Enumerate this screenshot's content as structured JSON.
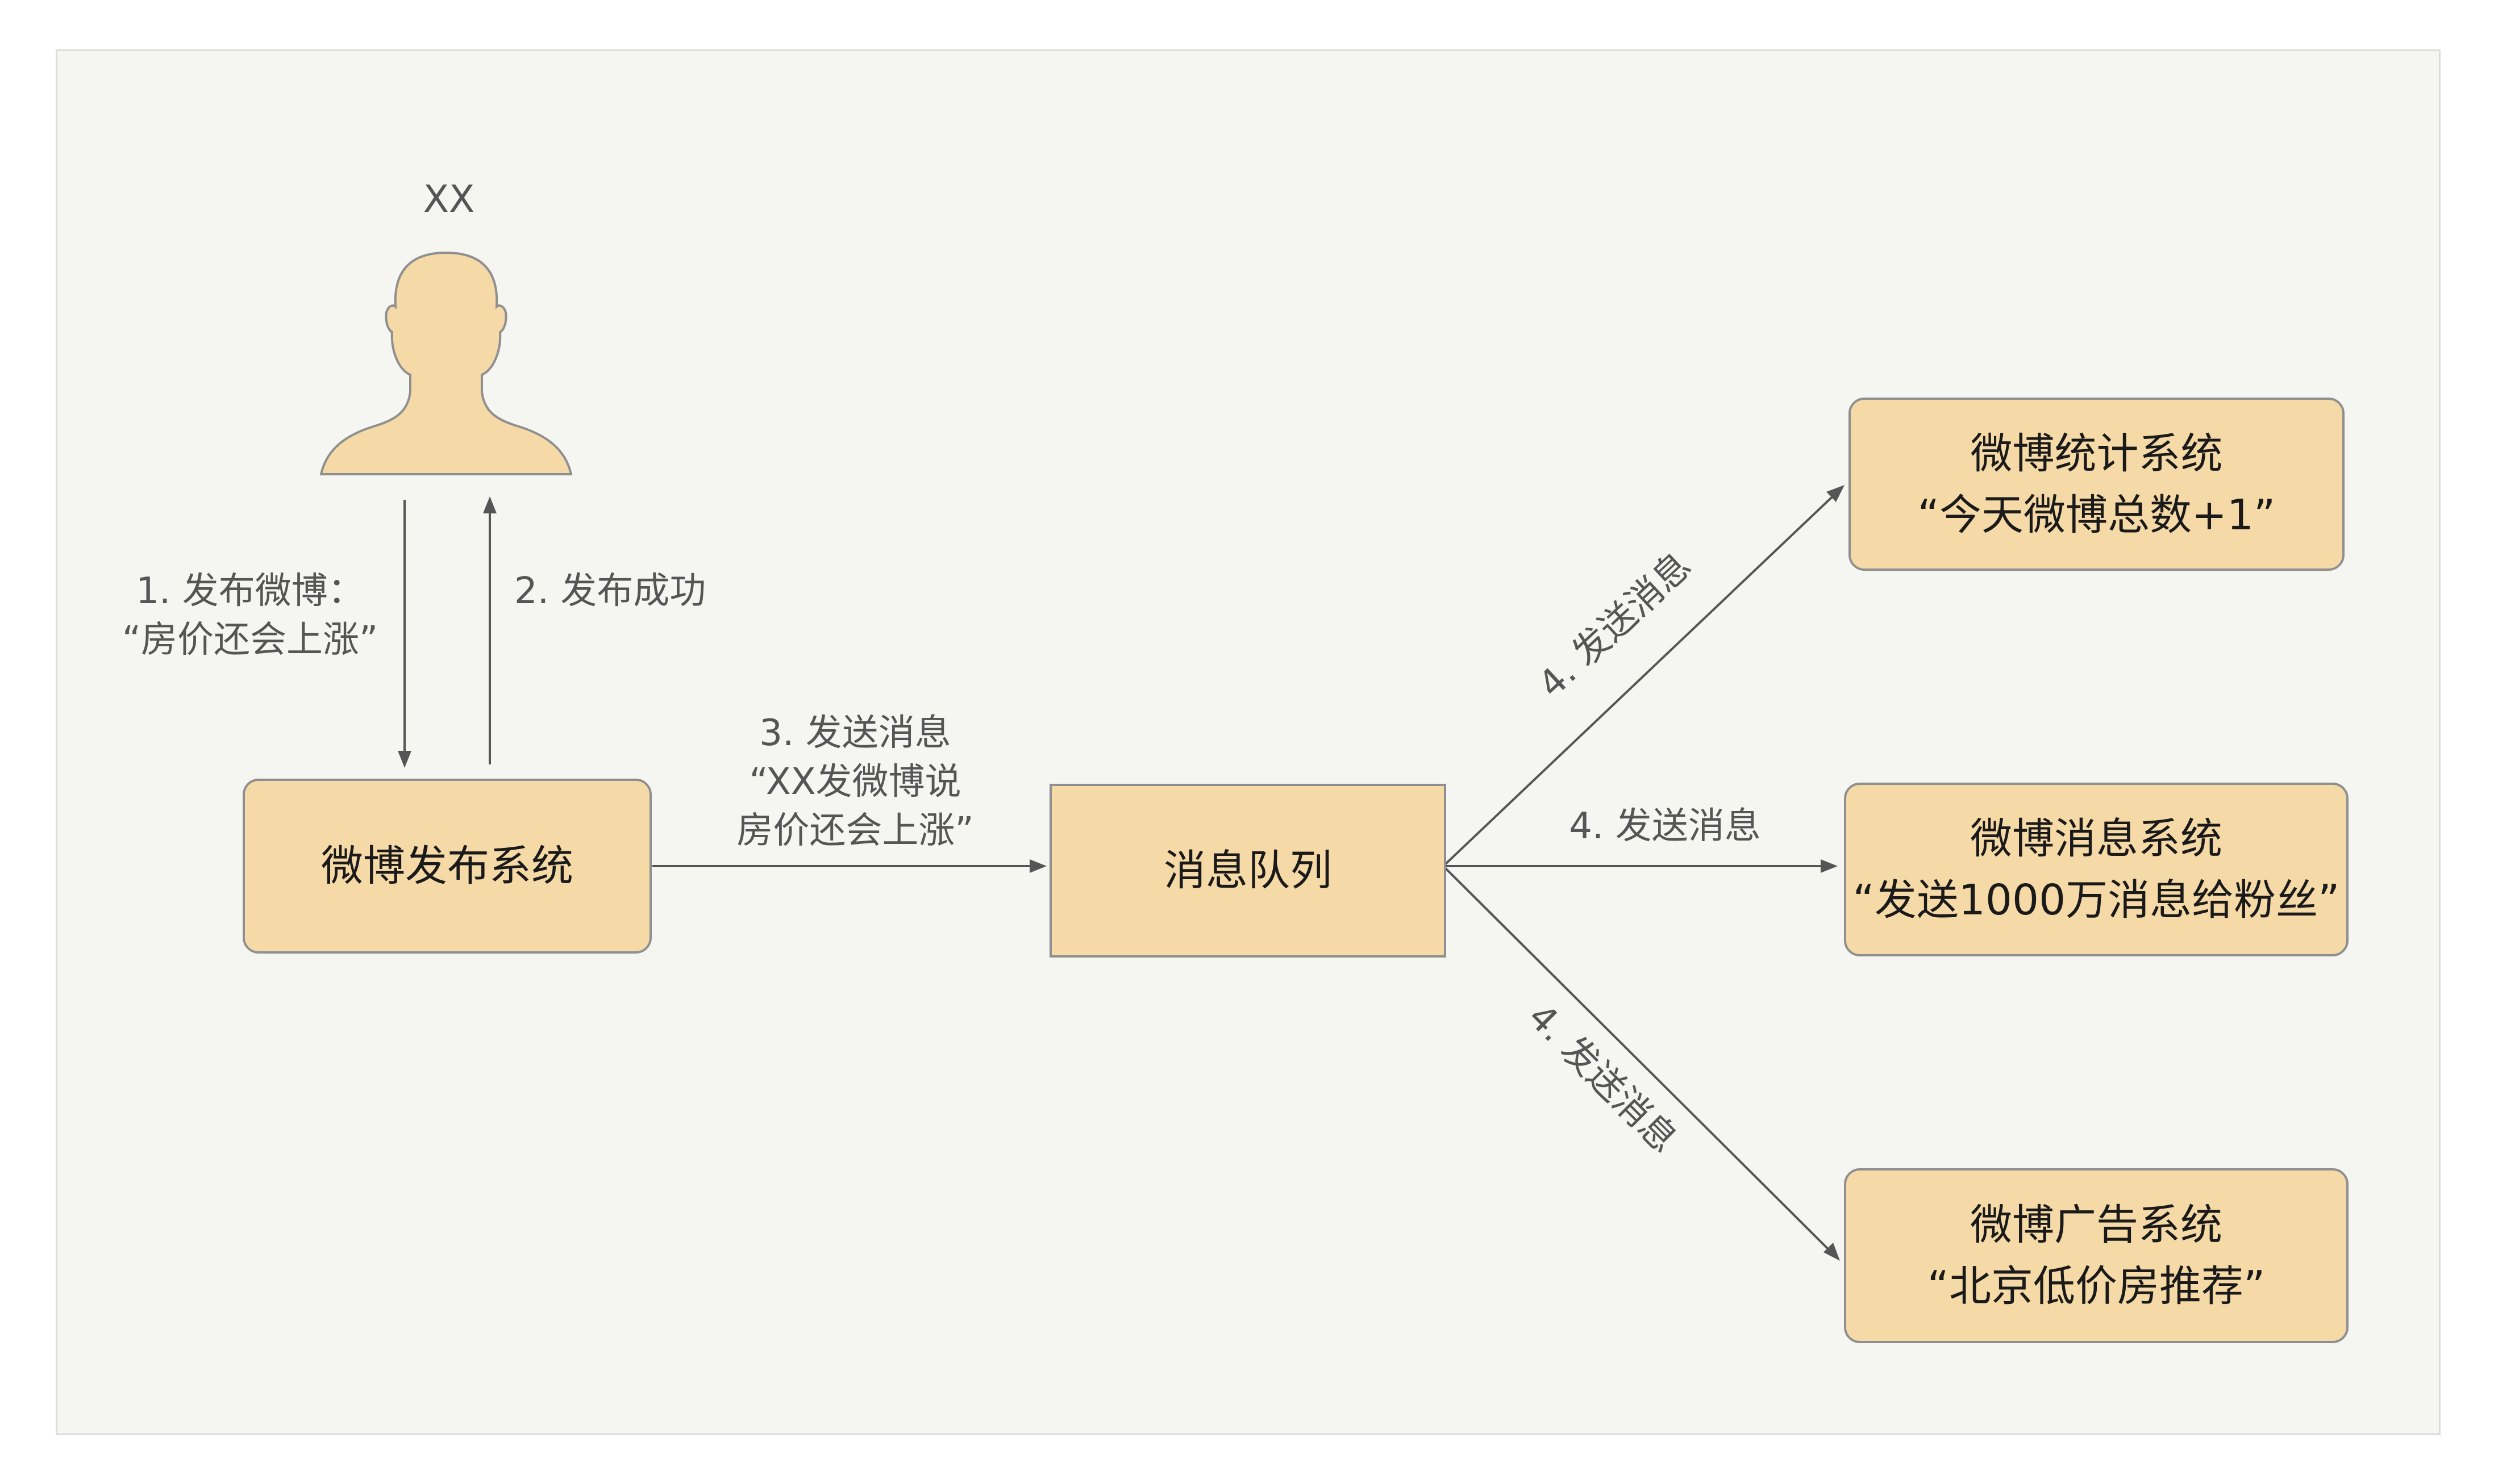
{
  "user": {
    "name": "XX"
  },
  "arrows": {
    "step1_line1": "1. 发布微博：",
    "step1_line2": "“房价还会上涨”",
    "step2": "2. 发布成功",
    "step3_line1": "3. 发送消息",
    "step3_line2": "“XX发微博说",
    "step3_line3": "房价还会上涨”",
    "step4_up": "4. 发送消息",
    "step4_mid": "4. 发送消息",
    "step4_down": "4. 发送消息"
  },
  "nodes": {
    "publish": {
      "label": "微博发布系统"
    },
    "queue": {
      "label": "消息队列"
    },
    "stats": {
      "title": "微博统计系统",
      "detail": "“今天微博总数+1”"
    },
    "message": {
      "title": "微博消息系统",
      "detail": "“发送1000万消息给粉丝”"
    },
    "ads": {
      "title": "微博广告系统",
      "detail": "“北京低价房推荐”"
    }
  },
  "colors": {
    "box_fill": "#f5d9a6",
    "box_border": "#8f8f8f",
    "arrow": "#555555",
    "canvas": "#f5f5f2"
  }
}
